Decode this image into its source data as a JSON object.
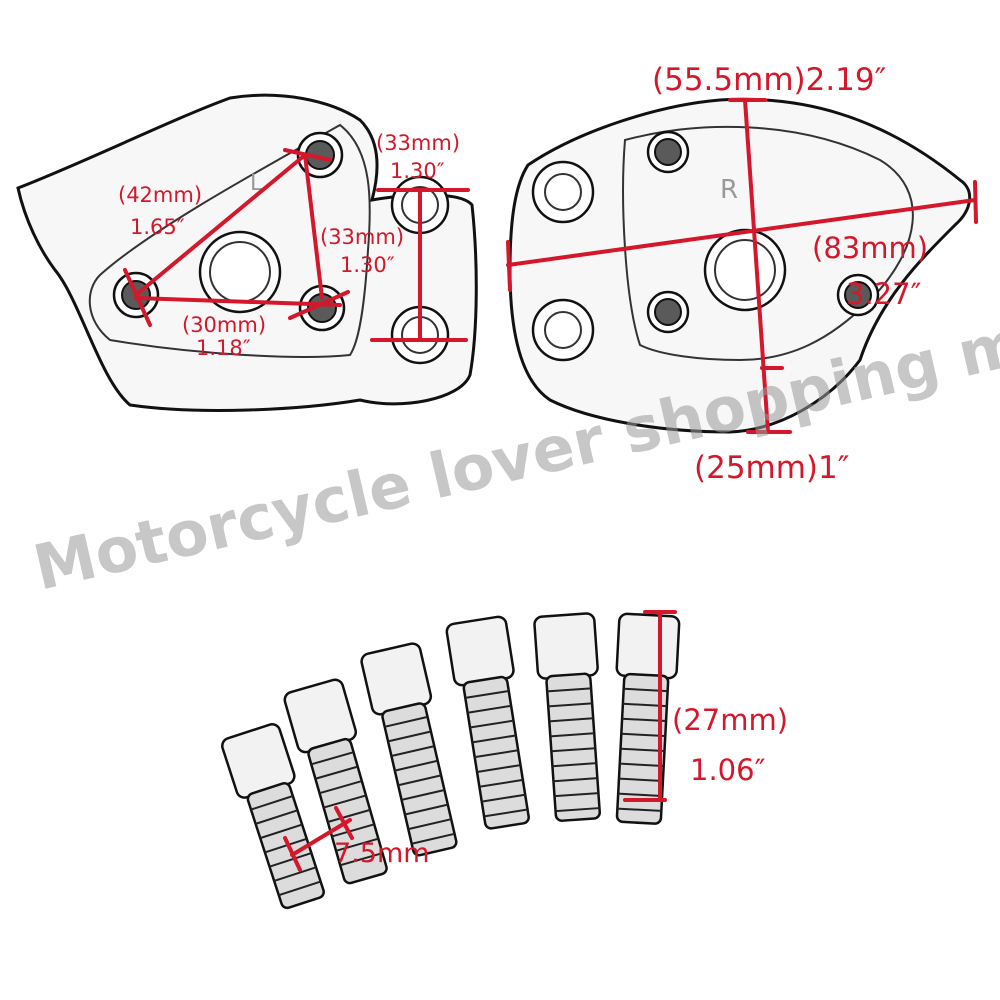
{
  "left_plate": {
    "letter": "L",
    "dim_42_mm": "(42mm)",
    "dim_42_in": "1.65″",
    "dim_33a_mm": "(33mm)",
    "dim_33a_in": "1.30″",
    "dim_33b_mm": "(33mm)",
    "dim_33b_in": "1.30″",
    "dim_30_mm": "(30mm)",
    "dim_30_in": "1.18″"
  },
  "right_plate": {
    "letter": "R",
    "dim_55": "(55.5mm)2.19″",
    "dim_83_mm": "(83mm)",
    "dim_83_in": "3.27″",
    "dim_25": "(25mm)1″"
  },
  "bolts": {
    "dim_27_mm": "(27mm)",
    "dim_27_in": "1.06″",
    "dim_7_5": "7.5mm"
  },
  "watermark": "Motorcycle lover shopping mall",
  "colors": {
    "accent": "#d4172b"
  }
}
